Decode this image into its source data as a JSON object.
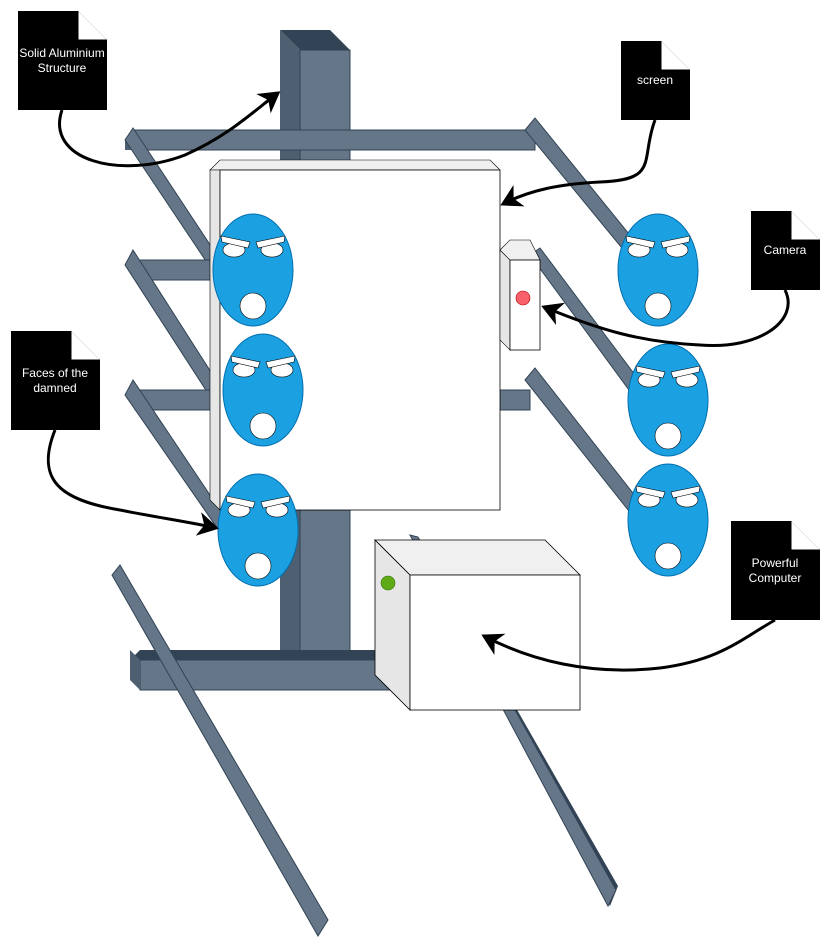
{
  "notes": {
    "structure": [
      "Solid Aluminium",
      "Structure"
    ],
    "screen": [
      "screen"
    ],
    "camera": [
      "Camera"
    ],
    "faces": [
      "Faces of the",
      "damned"
    ],
    "computer": [
      "Powerful",
      "Computer"
    ]
  },
  "colors": {
    "beam_front": "#647687",
    "beam_side": "#314354",
    "note_fill": "#000000",
    "face_fill": "#1ba1e2",
    "face_stroke": "#006eaf",
    "box_front": "#ffffff",
    "box_side": "#e6e6e6",
    "box_top": "#f0f0f0",
    "camera_lens": "#f8606a",
    "power_led": "#60a917",
    "arrow": "#000000"
  }
}
